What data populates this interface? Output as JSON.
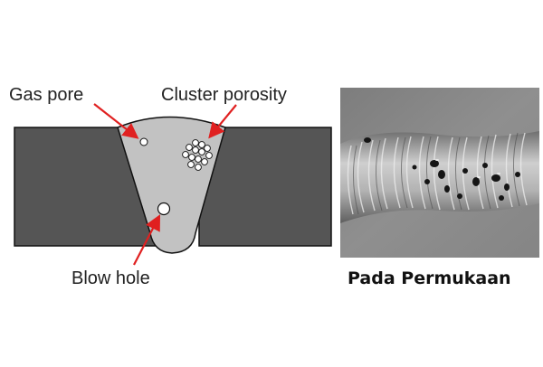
{
  "labels": {
    "gas_pore": "Gas pore",
    "cluster_porosity": "Cluster porosity",
    "blow_hole": "Blow hole"
  },
  "photo": {
    "caption": "Pada Permukaan"
  },
  "colors": {
    "base_metal": "#555555",
    "weld_metal": "#c2c2c2",
    "outline": "#111111",
    "arrow": "#e02020",
    "photo_background": "#8a8a8a"
  }
}
